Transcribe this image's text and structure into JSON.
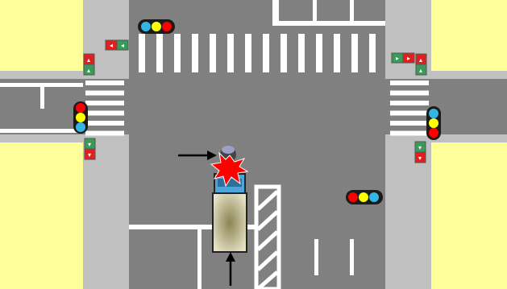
{
  "scene": {
    "colors": {
      "grass": "#ffff99",
      "sidewalk": "#c0c0c0",
      "road": "#808080",
      "marking": "#ffffff",
      "truck_body": "#8b8455",
      "car_body": "#4da6d9",
      "impact": "#ff0000",
      "arrow": "#000000"
    },
    "traffic_lights": [
      {
        "id": "north",
        "orientation": "horizontal",
        "active": "red"
      },
      {
        "id": "west",
        "orientation": "vertical",
        "active": "red"
      },
      {
        "id": "east",
        "orientation": "vertical",
        "active": "blue"
      },
      {
        "id": "south",
        "orientation": "horizontal",
        "active": "blue"
      }
    ],
    "pedestrian_signals": [
      {
        "id": "nw-horizontal",
        "state": "red"
      },
      {
        "id": "nw-vertical",
        "state": "red"
      },
      {
        "id": "ne-horizontal",
        "state": "green"
      },
      {
        "id": "ne-vertical",
        "state": "red"
      },
      {
        "id": "sw-vertical",
        "state": "green"
      },
      {
        "id": "se-vertical",
        "state": "green"
      }
    ],
    "vehicles": [
      {
        "id": "truck",
        "type": "truck",
        "direction": "north"
      },
      {
        "id": "motorcycle",
        "type": "motorcycle",
        "direction": "east"
      }
    ],
    "icons": [
      "collision-burst-icon",
      "arrow-right-icon",
      "arrow-up-icon"
    ]
  }
}
